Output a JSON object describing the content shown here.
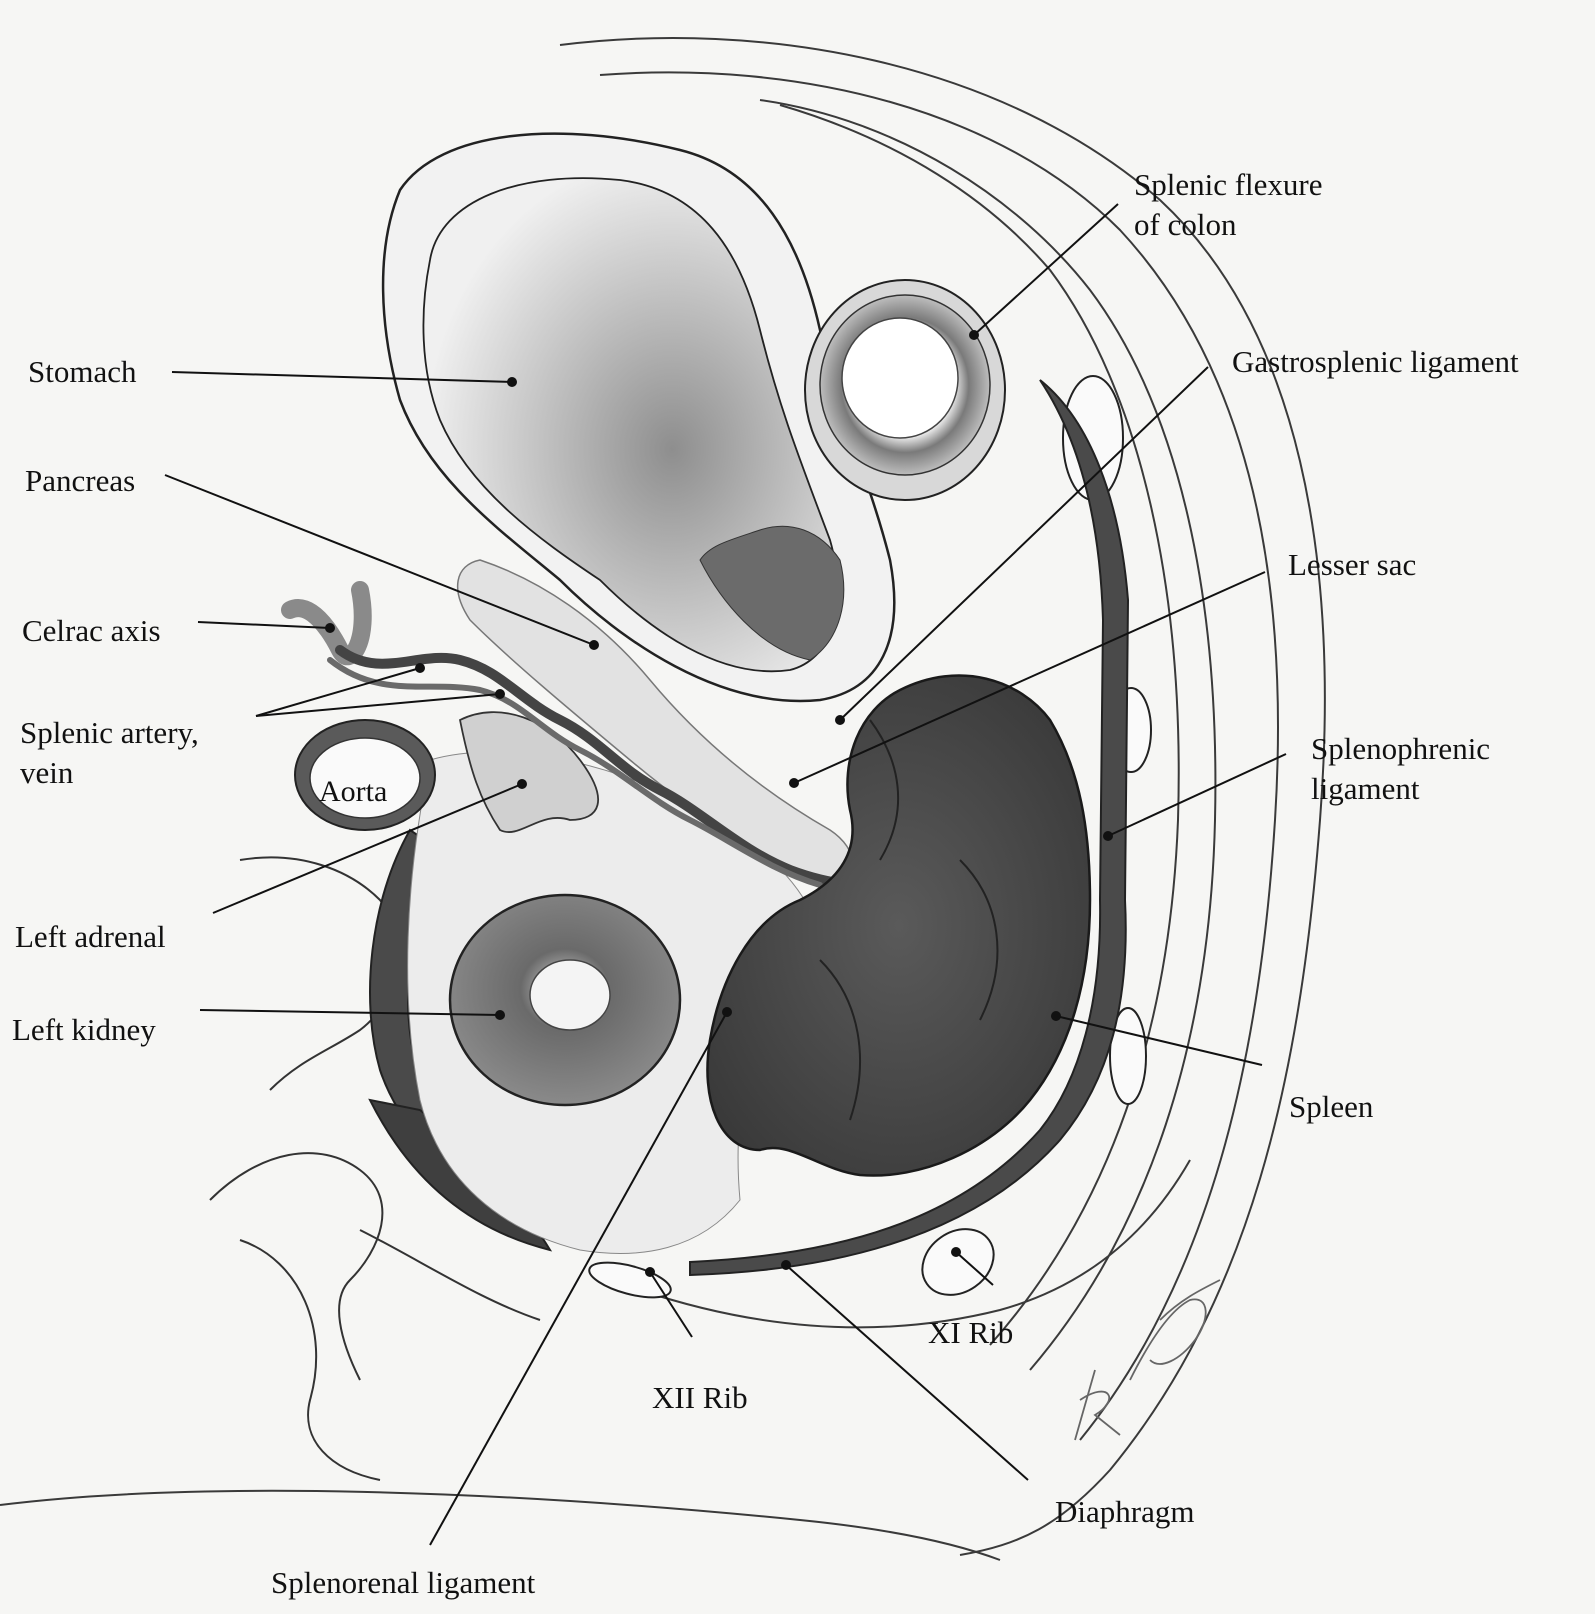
{
  "diagram": {
    "colors": {
      "paper": "#f6f6f4",
      "ink": "#1a1a1a",
      "line": "#111111",
      "tissue_light": "#e6e6e6",
      "tissue_mid": "#9a9a9a",
      "tissue_dark": "#4a4a4a",
      "muscle_dark": "#3a3a3a"
    },
    "labels": {
      "stomach": "Stomach",
      "pancreas": "Pancreas",
      "celiac_axis": "Celrac axis",
      "splenic_artery_vein": "Splenic artery,\nvein",
      "aorta": "Aorta",
      "left_adrenal": "Left adrenal",
      "left_kidney": "Left kidney",
      "splenic_flexure": "Splenic flexure\nof colon",
      "gastrosplenic_ligament": "Gastrosplenic ligament",
      "lesser_sac": "Lesser sac",
      "splenophrenic_ligament": "Splenophrenic\nligament",
      "spleen": "Spleen",
      "xi_rib": "XI Rib",
      "xii_rib": "XII Rib",
      "diaphragm": "Diaphragm",
      "splenorenal_ligament": "Splenorenal ligament"
    },
    "signature": "R Dodson"
  }
}
